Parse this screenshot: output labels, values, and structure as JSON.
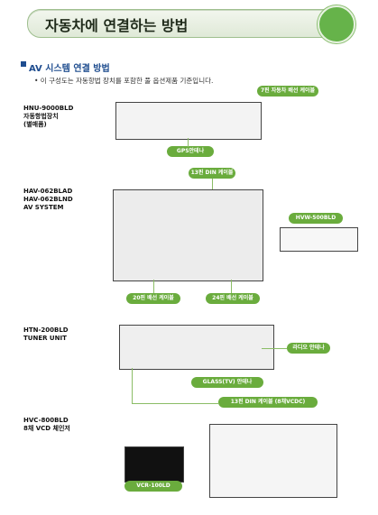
{
  "header": {
    "title": "자동차에 연결하는 방법"
  },
  "section": {
    "title": "AV 시스템 연결 방법",
    "note": "• 이 구성도는 자동항법 장치를 포함한 풀 옵션제품 기준입니다."
  },
  "devices": [
    {
      "id": "hnu",
      "label": "HNU-9000BLD\n자동항법장치\n(별매품)"
    },
    {
      "id": "hav",
      "label": "HAV-062BLAD\nHAV-062BLND\nAV SYSTEM"
    },
    {
      "id": "htn",
      "label": "HTN-200BLD\nTUNER UNIT"
    },
    {
      "id": "hvc",
      "label": "HVC-800BLD\n8채 VCD 체인저"
    }
  ],
  "tags": {
    "t1": "7핀 자동차 배선 케이블",
    "t2": "GPS안테나",
    "t3": "13핀 DIN 케이블",
    "t4": "HVW-500BLD",
    "t5": "20핀 배선 케이블",
    "t6": "24핀 배선 케이블",
    "t7": "라디오 안테나",
    "t8": "GLASS(TV) 안테나",
    "t9": "13핀 DIN 케이블 (8채VCDC)",
    "t10": "VCR-100LD"
  }
}
